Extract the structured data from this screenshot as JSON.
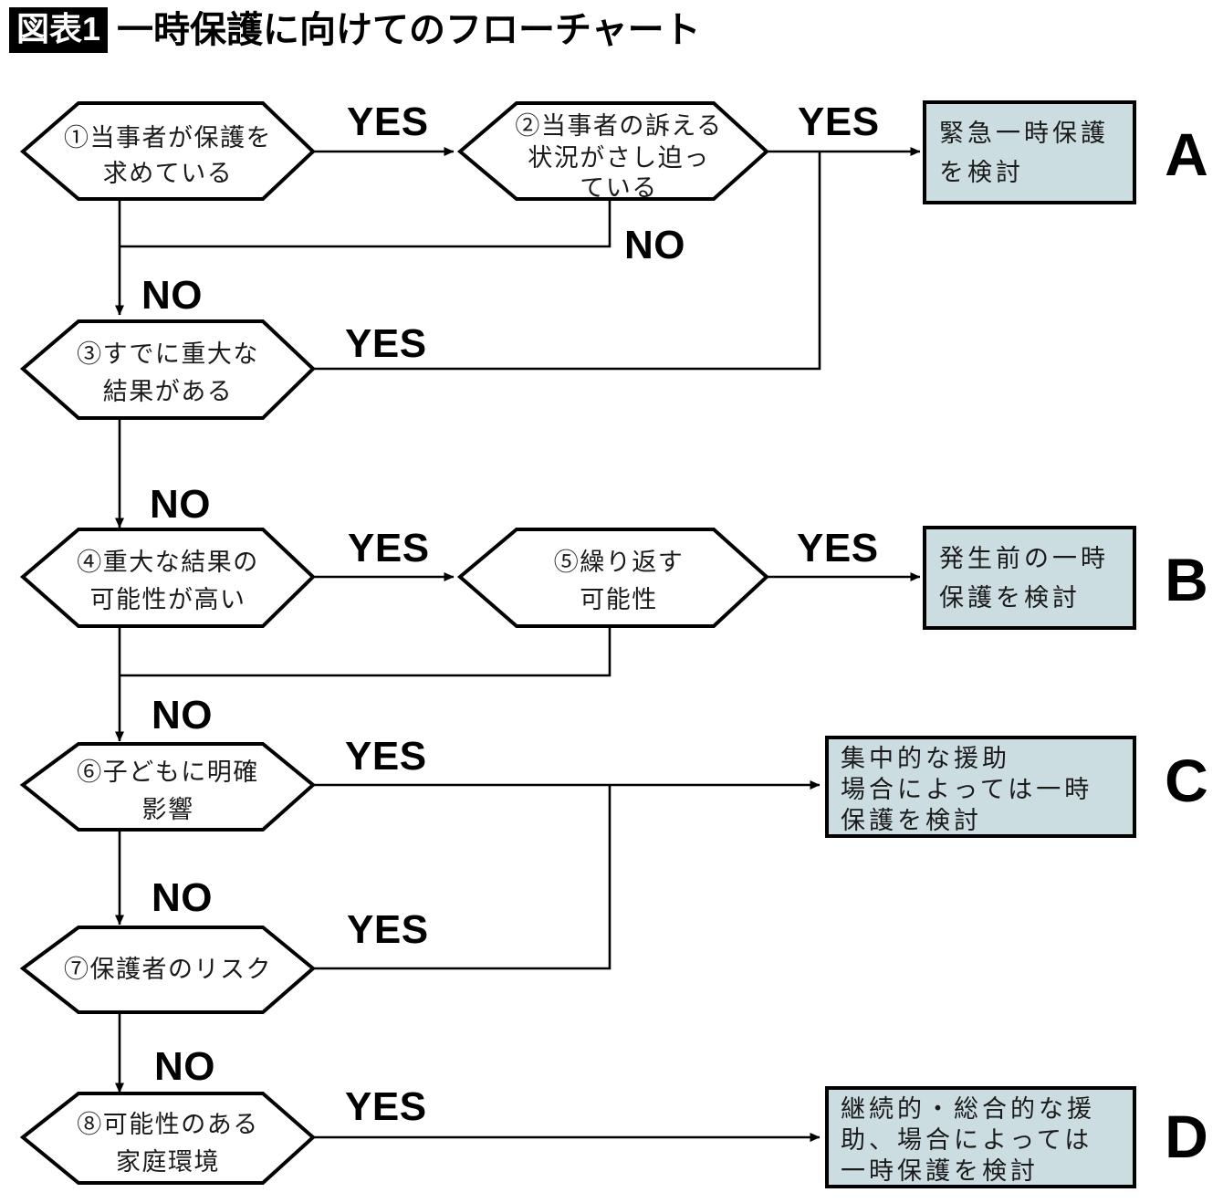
{
  "header": {
    "badge": "図表1",
    "title": "一時保護に向けてのフローチャート"
  },
  "labels": {
    "yes": "YES",
    "no": "NO"
  },
  "nodes": [
    {
      "id": "n1",
      "label_lines": [
        "①当事者が保護を",
        "求めている"
      ]
    },
    {
      "id": "n2",
      "label_lines": [
        "②当事者の訴える",
        "状況がさし迫っ",
        "ている"
      ]
    },
    {
      "id": "n3",
      "label_lines": [
        "③すでに重大な",
        "結果がある"
      ]
    },
    {
      "id": "n4",
      "label_lines": [
        "④重大な結果の",
        "可能性が高い"
      ]
    },
    {
      "id": "n5",
      "label_lines": [
        "⑤繰り返す",
        "可能性"
      ]
    },
    {
      "id": "n6",
      "label_lines": [
        "⑥子どもに明確",
        "影響"
      ]
    },
    {
      "id": "n7",
      "label_lines": [
        "⑦保護者のリスク"
      ]
    },
    {
      "id": "n8",
      "label_lines": [
        "⑧可能性のある",
        "家庭環境"
      ]
    }
  ],
  "outcomes": [
    {
      "id": "A",
      "route": "A",
      "label_lines": [
        "緊急一時保護",
        "を検討"
      ]
    },
    {
      "id": "B",
      "route": "B",
      "label_lines": [
        "発生前の一時",
        "保護を検討"
      ]
    },
    {
      "id": "C",
      "route": "C",
      "label_lines": [
        "集中的な援助",
        "場合によっては一時",
        "保護を検討"
      ]
    },
    {
      "id": "D",
      "route": "D",
      "label_lines": [
        "継続的・総合的な援",
        "助、場合によっては",
        "一時保護を検討"
      ]
    }
  ],
  "edge_labels": {
    "n1_yes": "YES",
    "n2_yes": "YES",
    "n2_no": "NO",
    "n1_no": "NO",
    "n3_yes": "YES",
    "n3_no": "NO",
    "n4_yes": "YES",
    "n5_yes": "YES",
    "n5_no": "NO",
    "n6_yes": "YES",
    "n6_no": "NO",
    "n7_yes": "YES",
    "n7_no": "NO",
    "n8_yes": "YES"
  },
  "colors": {
    "outcome_fill": "#ccdde2",
    "stroke": "#000000",
    "badge_bg": "#000000",
    "badge_fg": "#ffffff",
    "text": "#1a1a1a"
  }
}
